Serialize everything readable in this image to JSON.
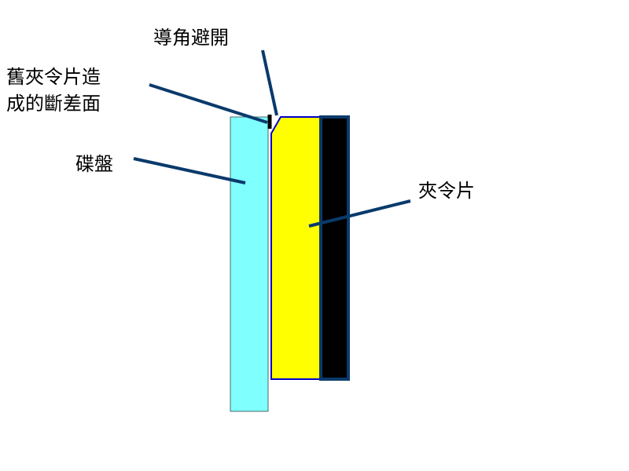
{
  "labels": {
    "chamfer_relief": "導角避開",
    "old_shim_step_line1": "舊夾令片造",
    "old_shim_step_line2": "成的斷差面",
    "disc_plate": "碟盤",
    "new_shim": "夾令片"
  },
  "colors": {
    "disc_plate": "#80FFFF",
    "shim": "#FFFF00",
    "backing": "#000000",
    "leader": "#0A3A6B",
    "outline": "#0000CC"
  },
  "icons": {
    "step_mark": "thick-black-tick"
  }
}
